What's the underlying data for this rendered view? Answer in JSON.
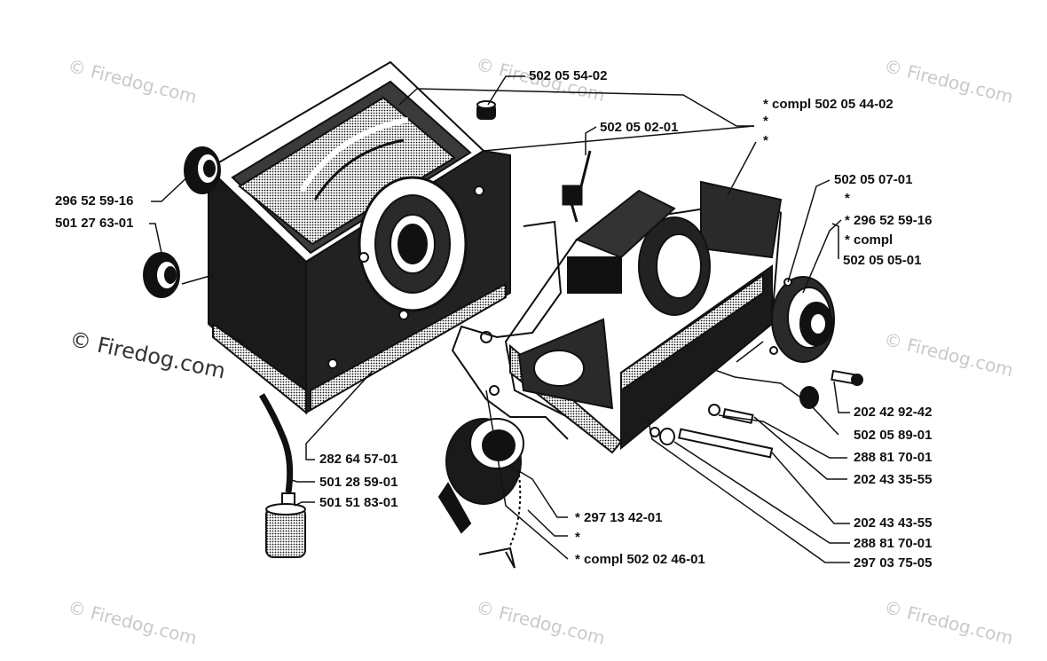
{
  "watermarks": {
    "text": "© Firedog.com",
    "main": "© Firedog.com"
  },
  "labels": {
    "l1": "502 05 54-02",
    "l2": "*  compl 502 05 44-02",
    "l3": "*",
    "l4": "*",
    "l5": "502 05 02-01",
    "l6": "502 05 07-01",
    "l7": "*",
    "l8": "*  296 52 59-16",
    "l9": "*  compl",
    "l10": "502 05 05-01",
    "l11": "296 52 59-16",
    "l12": "501 27 63-01",
    "l13": "202 42 92-42",
    "l14": "502 05 89-01",
    "l15": "288 81 70-01",
    "l16": "202 43 35-55",
    "l17": "282 64 57-01",
    "l18": "501 28 59-01",
    "l19": "501 51 83-01",
    "l20": "*  297 13 42-01",
    "l21": "*",
    "l22": "*  compl 502 02 46-01",
    "l23": "202 43 43-55",
    "l24": "288 81 70-01",
    "l25": "297 03 75-05"
  }
}
